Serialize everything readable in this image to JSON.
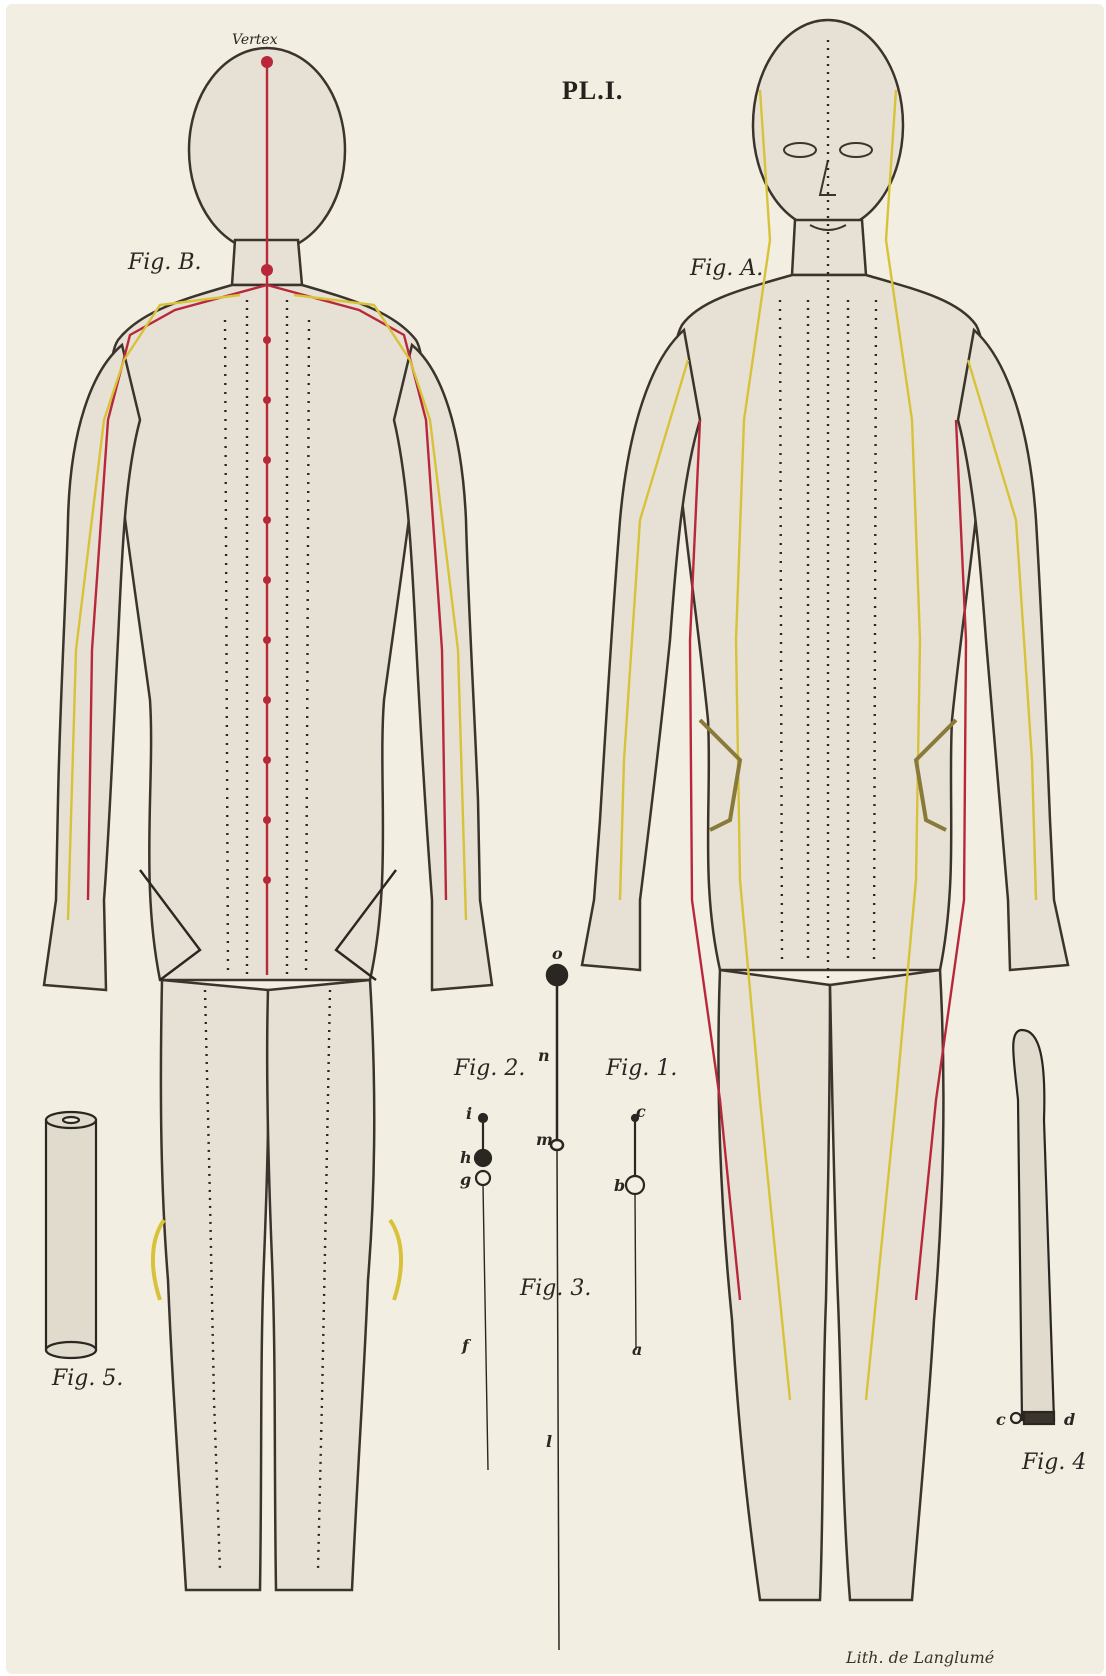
{
  "plate": {
    "title": "PL.I.",
    "credit": "Lith. de Langlumé",
    "vertex_label": "Vertex"
  },
  "figures": {
    "fig_a": "Fig. A.",
    "fig_b": "Fig. B.",
    "fig_1": "Fig. 1.",
    "fig_2": "Fig. 2.",
    "fig_3": "Fig. 3.",
    "fig_4": "Fig. 4",
    "fig_5": "Fig. 5."
  },
  "needle_letters": {
    "fig1_c": "c",
    "fig1_b": "b",
    "fig1_a": "a",
    "fig2_i": "i",
    "fig2_h": "h",
    "fig2_g": "g",
    "fig2_f": "f",
    "fig3_o": "o",
    "fig3_n": "n",
    "fig3_m": "m",
    "fig3_l": "l",
    "fig4_c": "c",
    "fig4_d": "d"
  },
  "colors": {
    "paper": "#f3eee2",
    "ink": "#2a2622",
    "meridian_red": "#b8283a",
    "meridian_yellow": "#d8c23a",
    "skin_shade": "#d9d3c6"
  }
}
